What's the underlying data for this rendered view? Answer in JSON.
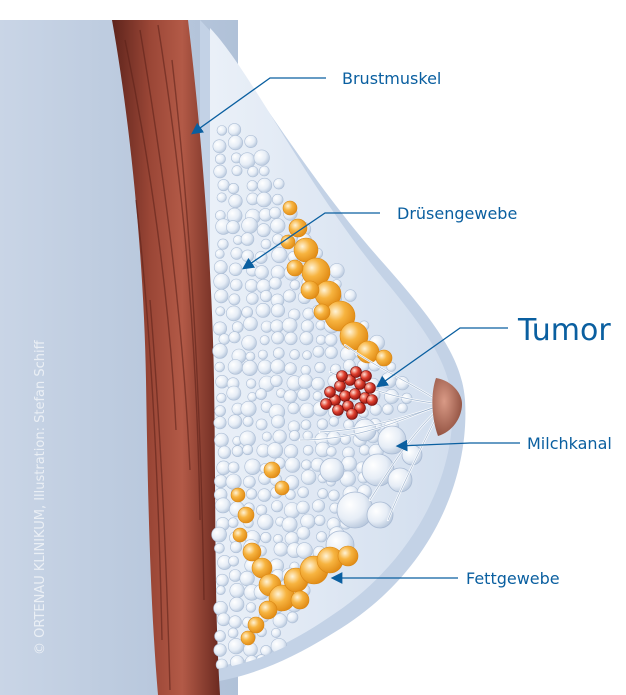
{
  "credit": "© ORTENAU KLINIKUM, Illustration: Stefan Schiff",
  "labels": {
    "brustmuskel": "Brustmuskel",
    "druesengewebe": "Drüsengewebe",
    "tumor": "Tumor",
    "milchkanal": "Milchkanal",
    "fettgewebe": "Fettgewebe"
  },
  "colors": {
    "label_blue": "#0a5fa0",
    "muscle": "#8a3a2e",
    "fat": "#f2a12a",
    "tumor": "#c0241e",
    "tissue": "#dbe6f3",
    "background_panel": "#b9c8dd"
  }
}
